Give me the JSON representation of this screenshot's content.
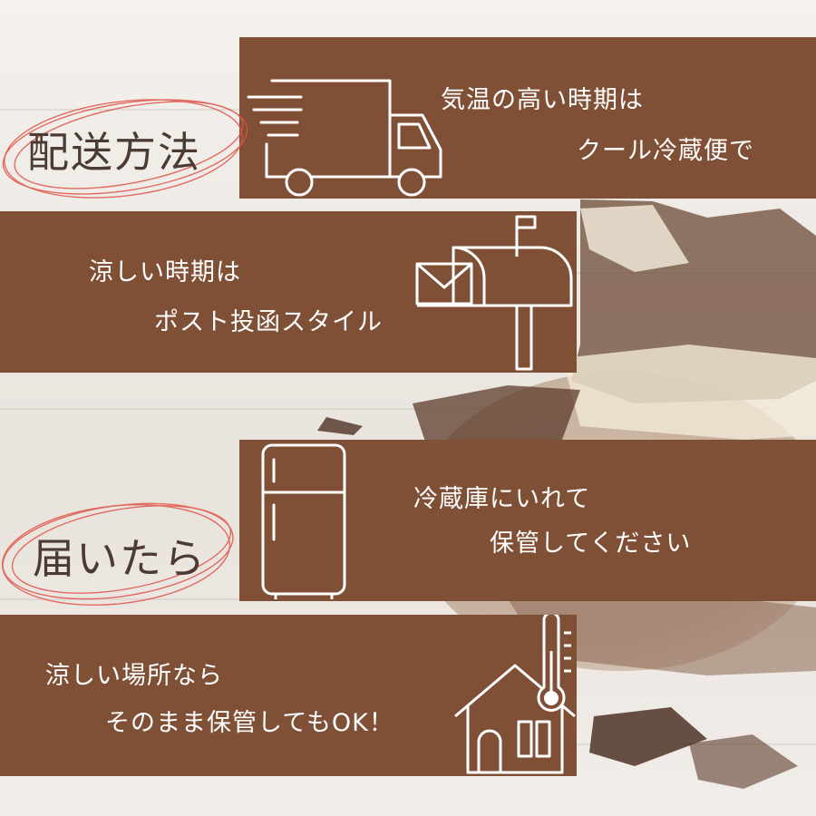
{
  "labels": {
    "delivery": "配送方法",
    "arrival": "届いたら"
  },
  "panels": {
    "truck": {
      "line1": "気温の高い時期は",
      "line2": "クール冷蔵便で"
    },
    "mailbox": {
      "line1": "涼しい時期は",
      "line2": "ポスト投函スタイル"
    },
    "fridge": {
      "line1": "冷蔵庫にいれて",
      "line2": "保管してください"
    },
    "house": {
      "line1": "涼しい場所なら",
      "line2": "そのまま保管してもOK！"
    }
  },
  "colors": {
    "panel": "#7f4f36",
    "swirl": "#e0554a",
    "label_text": "#4b3b33"
  },
  "icons": [
    "truck-icon",
    "mailbox-icon",
    "fridge-icon",
    "house-thermometer-icon"
  ]
}
